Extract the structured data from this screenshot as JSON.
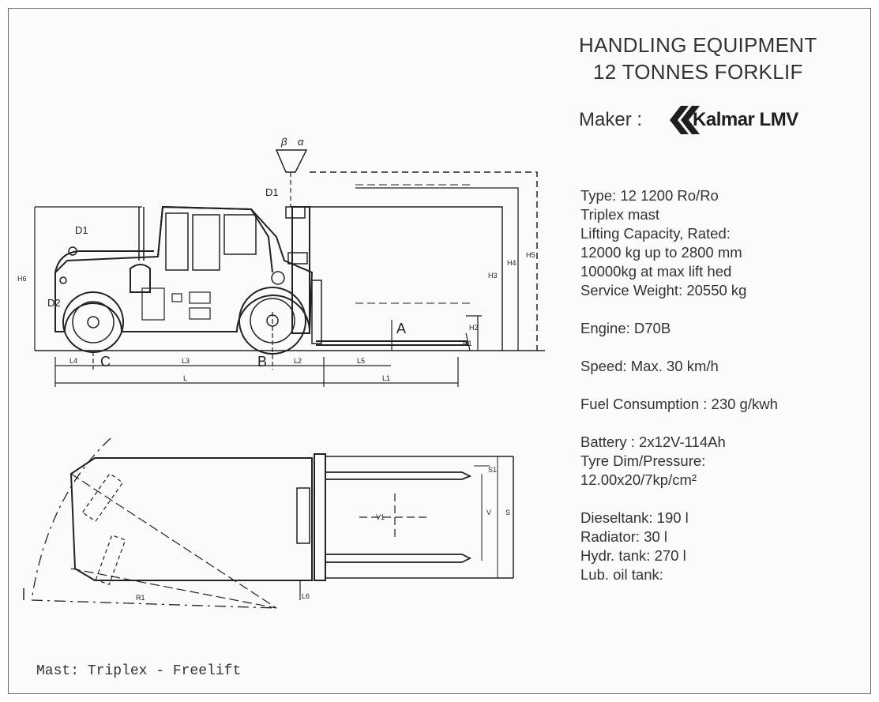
{
  "header": {
    "title_line1": "HANDLING EQUIPMENT",
    "title_line2": "12 TONNES FORKLIF",
    "maker_label": "Maker :",
    "maker_logo_text": "Kalmar LMV"
  },
  "specs": {
    "type": "Type: 12 1200 Ro/Ro",
    "mast": "Triplex mast",
    "lifting_capacity_label": "Lifting Capacity, Rated:",
    "capacity_rated": "12000 kg up to 2800 mm",
    "capacity_max": "10000kg at max lift hed",
    "service_weight": "Service Weight: 20550 kg",
    "engine": "Engine: D70B",
    "speed": "Speed: Max. 30 km/h",
    "fuel": "Fuel Consumption : 230 g/kwh",
    "battery": "Battery : 2x12V-114Ah",
    "tyre_label": "Tyre Dim/Pressure:",
    "tyre_value": "12.00x20/7kp/cm²",
    "diesel_tank": "Dieseltank: 190 l",
    "radiator": "Radiator: 30 l",
    "hydr_tank": "Hydr. tank: 270 l",
    "lub_oil": "Lub. oil tank:"
  },
  "drawing_labels": {
    "beta": "β",
    "alpha": "α",
    "d1": "D1",
    "d1_cab": "D1",
    "d2": "D2",
    "h6": "H6",
    "h3": "H3",
    "h4": "H4",
    "h5": "H5",
    "h2": "H2",
    "h1": "H1",
    "a": "A",
    "b": "B",
    "c": "C",
    "l4": "L4",
    "l3": "L3",
    "l2": "L2",
    "l5": "L5",
    "l": "L",
    "l1": "L1",
    "s1": "S1",
    "v": "V",
    "s": "S",
    "v1": "V1",
    "r1": "R1",
    "l6": "L6"
  },
  "footer": {
    "mast_note": "Mast: Triplex - Freelift"
  }
}
